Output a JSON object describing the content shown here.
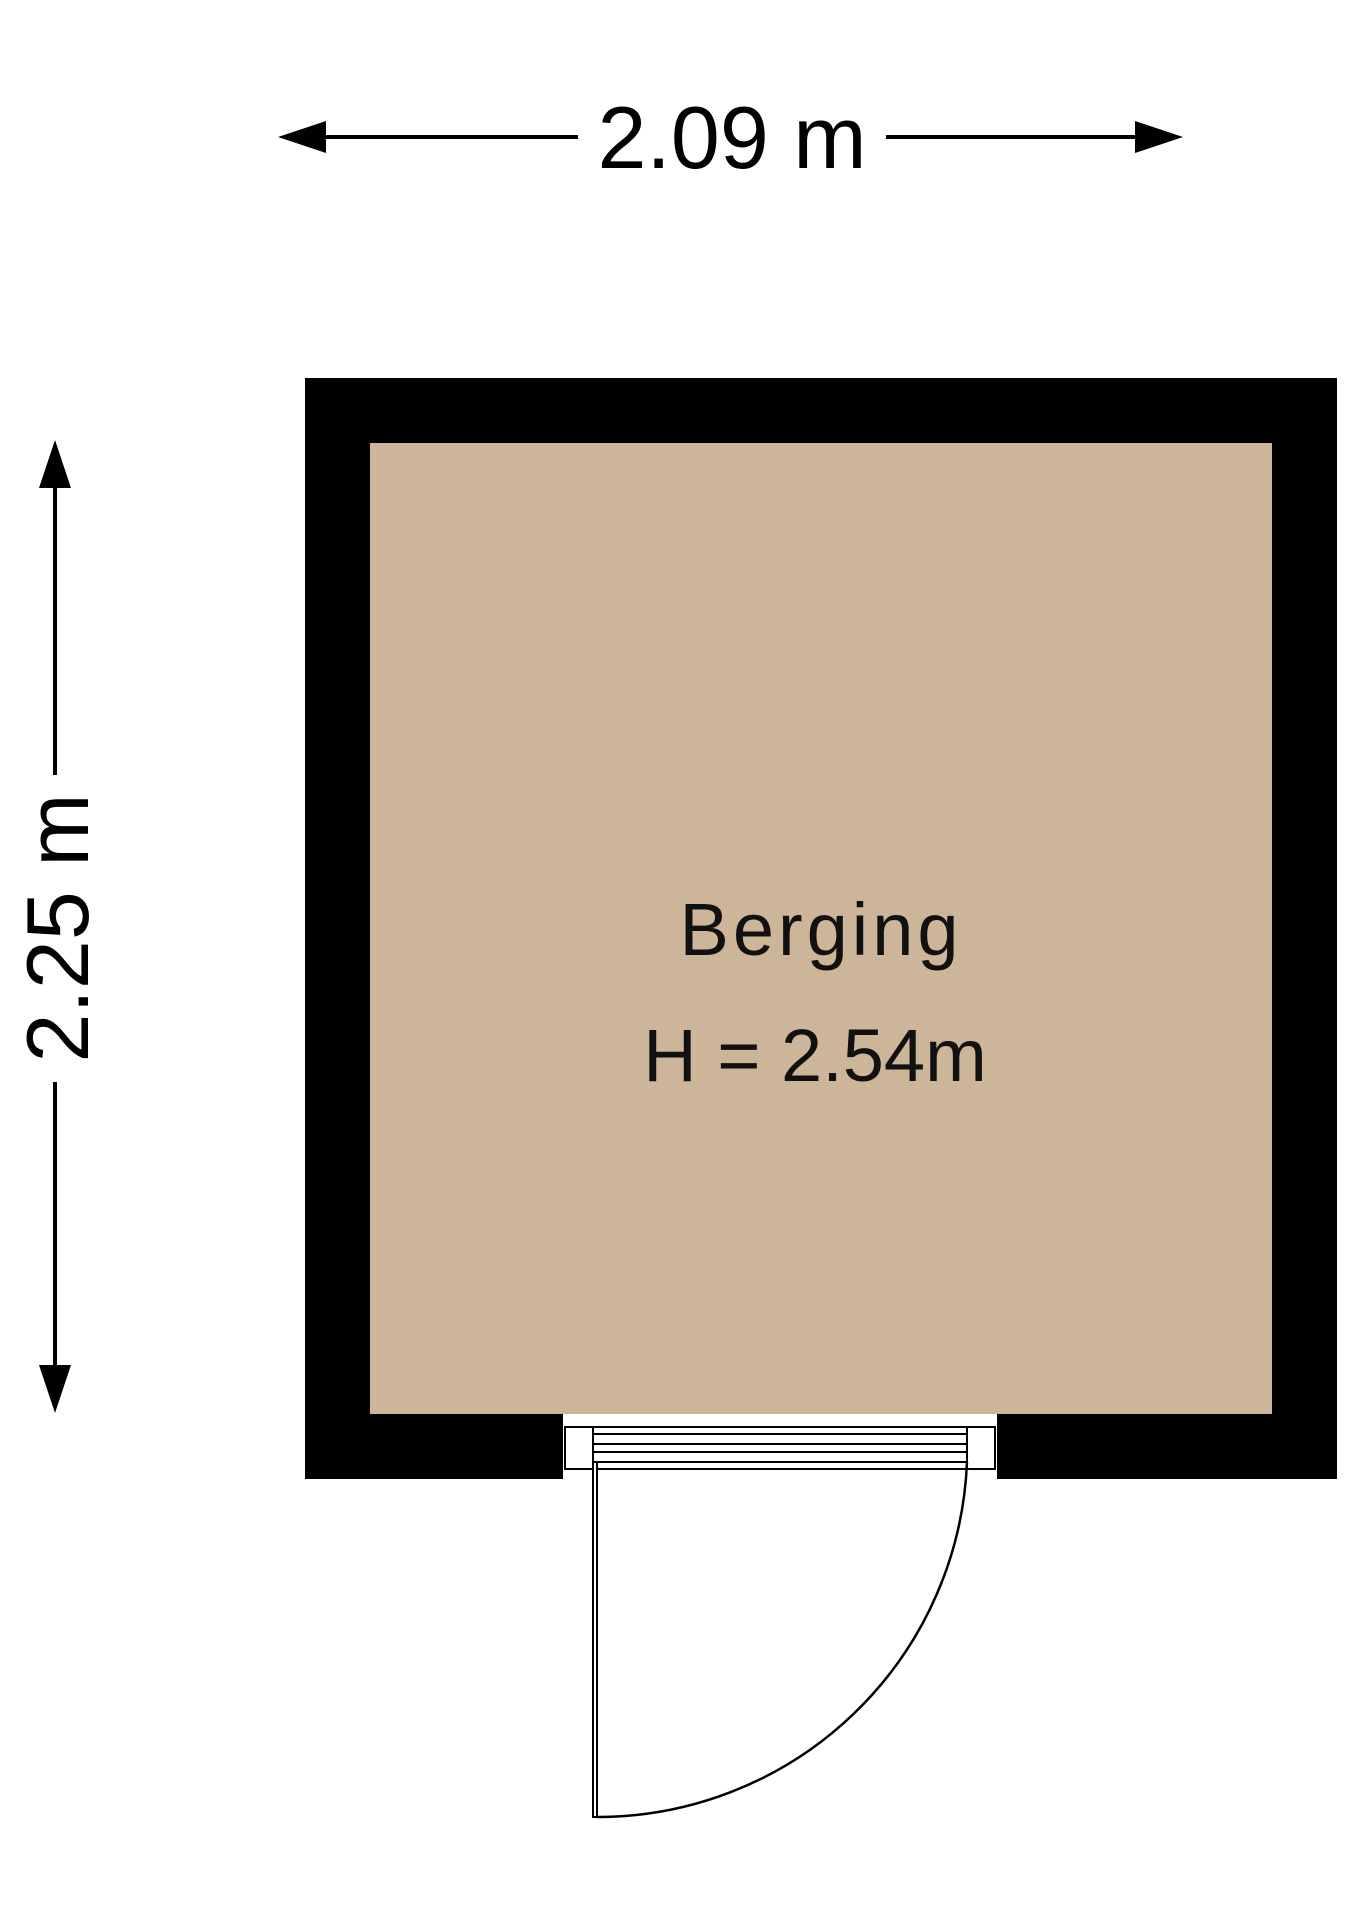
{
  "plan": {
    "width_dimension": "2.09 m",
    "height_dimension": "2.25 m",
    "room": {
      "name": "Berging",
      "ceiling_height": "H = 2.54m"
    },
    "colors": {
      "wall": "#000000",
      "floor": "#cdb599",
      "background": "#ffffff",
      "door_line": "#000000"
    }
  }
}
